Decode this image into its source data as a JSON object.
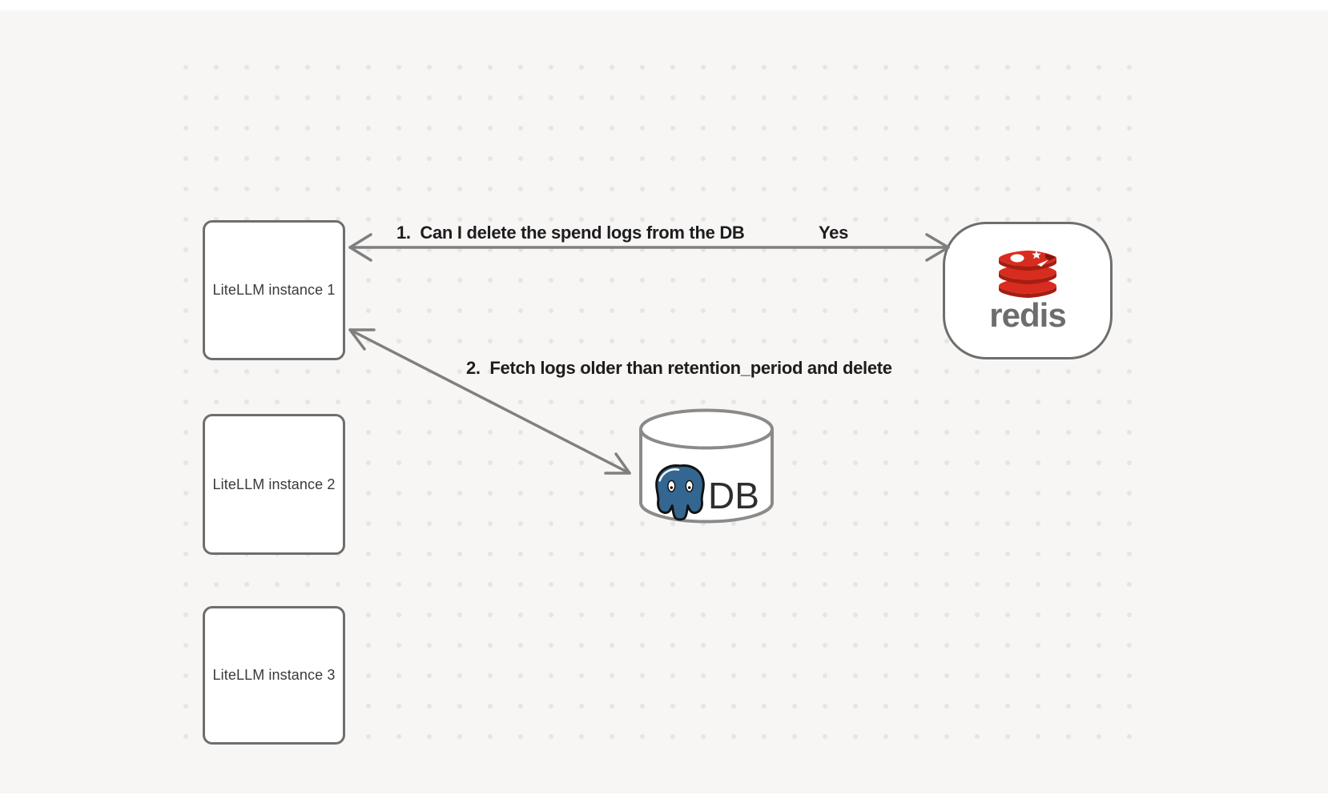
{
  "nodes": {
    "instances": [
      {
        "label": "LiteLLM instance 1"
      },
      {
        "label": "LiteLLM instance 2"
      },
      {
        "label": "LiteLLM instance 3"
      }
    ],
    "redis": {
      "label": "redis",
      "icon": "redis-stack-icon",
      "brand_color": "#D82C20"
    },
    "database": {
      "label": "DB",
      "icon": "postgresql-elephant-icon",
      "shape": "cylinder",
      "brand_color": "#336791"
    }
  },
  "edges": [
    {
      "label": "1.  Can I delete the spend logs from the DB",
      "response": "Yes",
      "endpoints": [
        "LiteLLM instance 1",
        "redis"
      ],
      "style": "double-headed-arrow"
    },
    {
      "label": "2.  Fetch logs older than retention_period and delete",
      "endpoints": [
        "LiteLLM instance 1",
        "DB"
      ],
      "style": "double-headed-arrow"
    }
  ],
  "colors": {
    "background": "#f7f6f4",
    "dot_grid": "#e7e5e3",
    "node_border": "#6e6e6e",
    "arrow": "#7f7f7f",
    "label_text": "#1d1d1f"
  }
}
